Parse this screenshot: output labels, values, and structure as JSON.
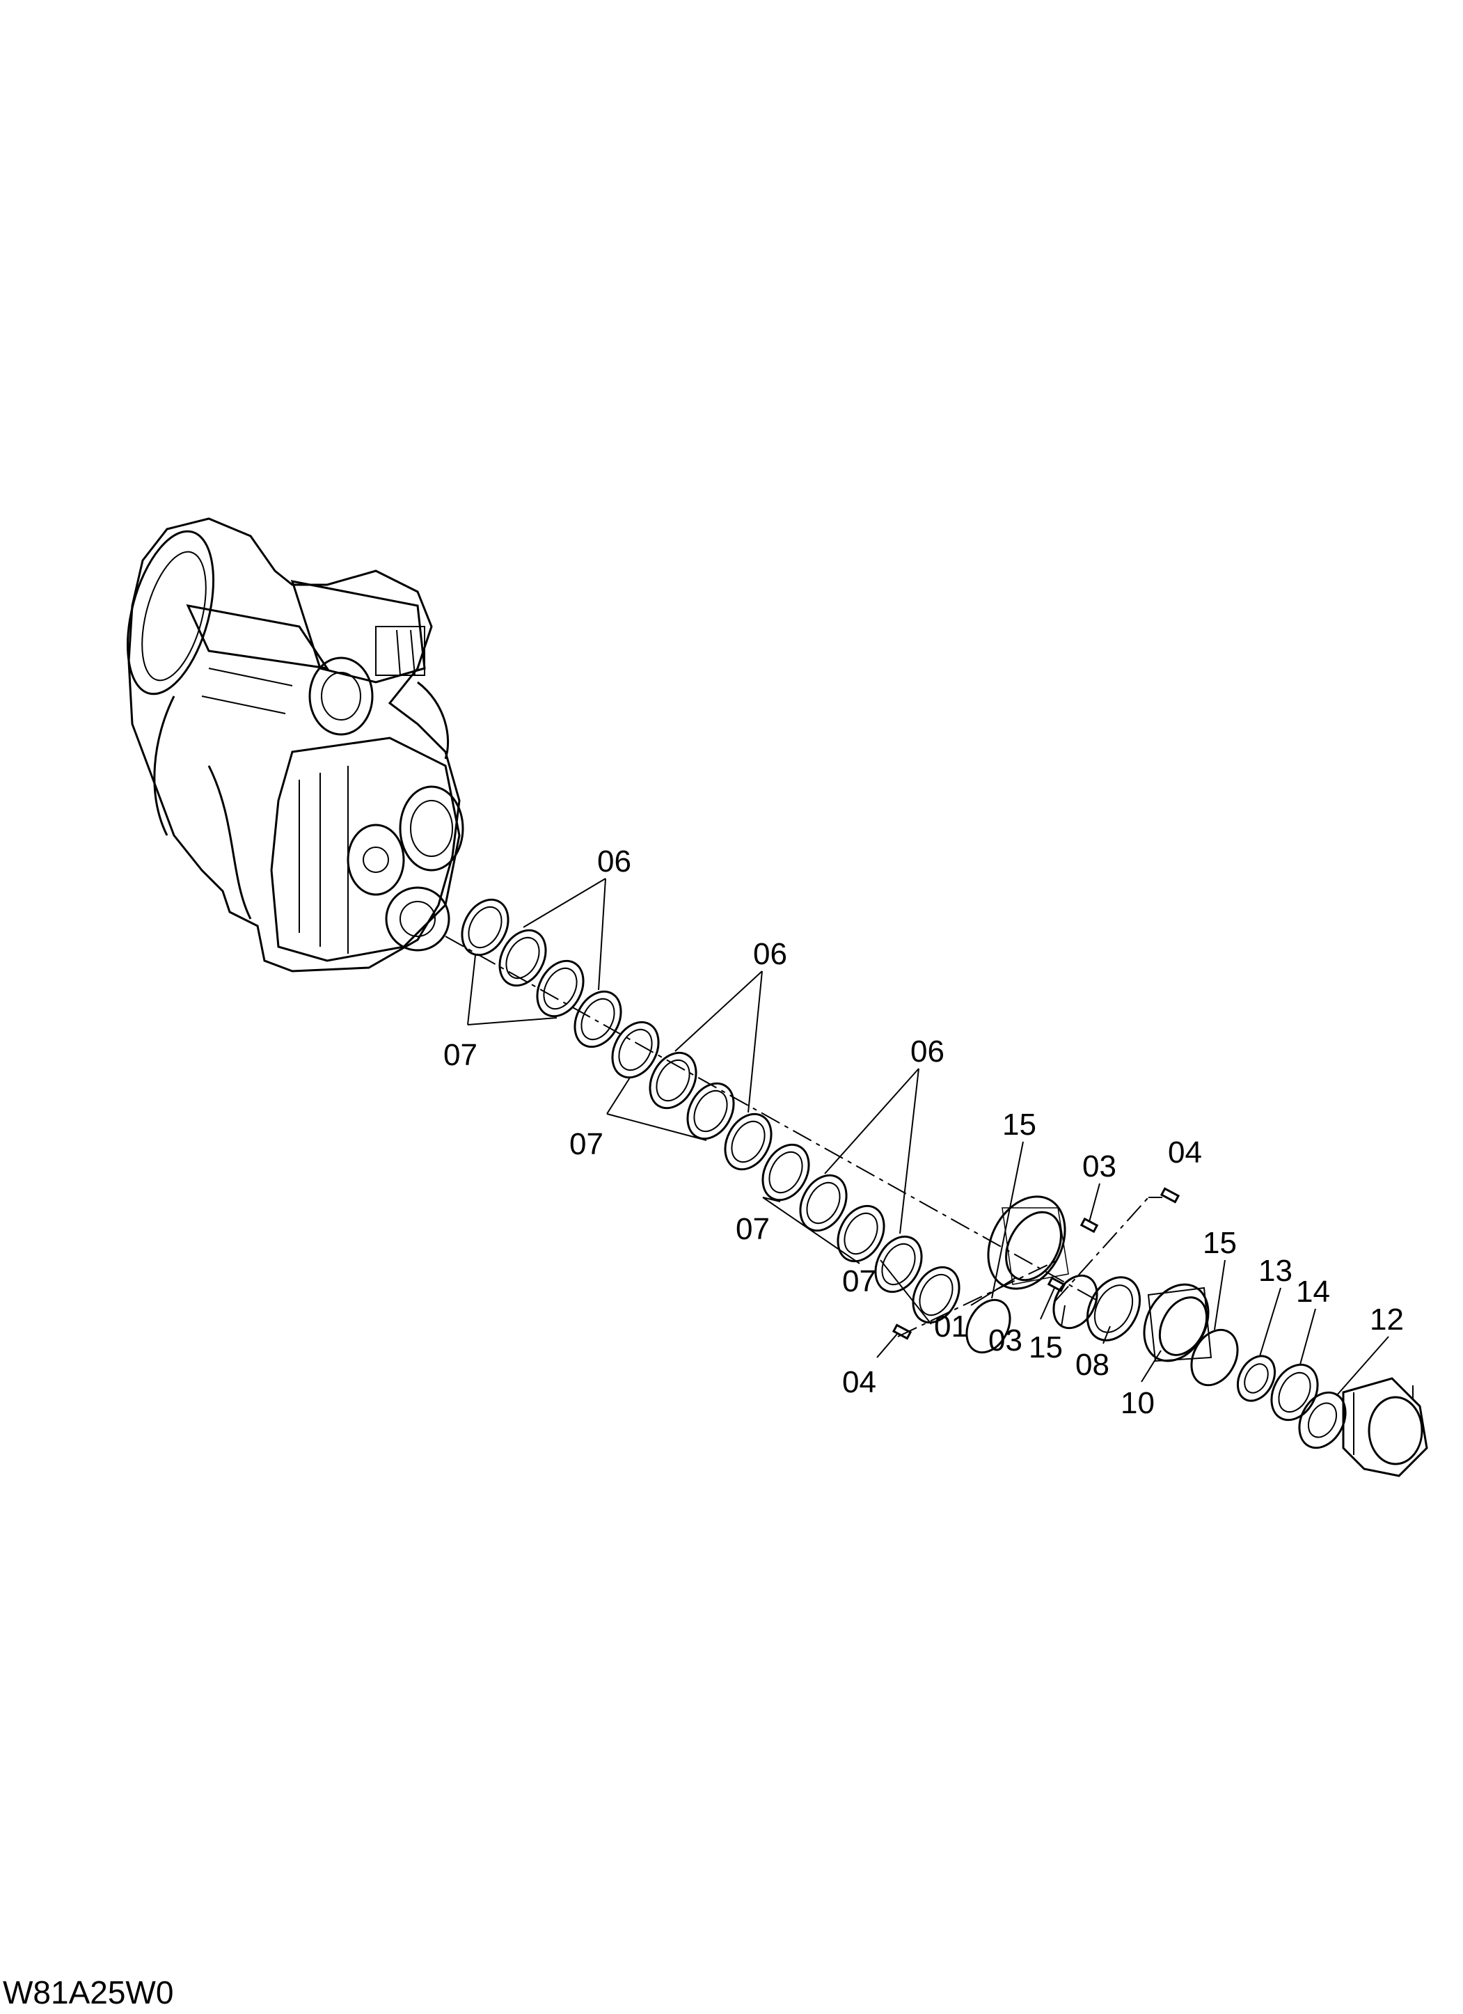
{
  "figure_code": "W81A25W0",
  "callouts": {
    "c06a": "06",
    "c06b": "06",
    "c06c": "06",
    "c07a": "07",
    "c07b": "07",
    "c07c": "07",
    "c07d": "07",
    "c15a": "15",
    "c15b": "15",
    "c15c": "15",
    "c03a": "03",
    "c03b": "03",
    "c04a": "04",
    "c04b": "04",
    "c01": "01",
    "c08": "08",
    "c10": "10",
    "c13": "13",
    "c14": "14",
    "c12": "12"
  }
}
